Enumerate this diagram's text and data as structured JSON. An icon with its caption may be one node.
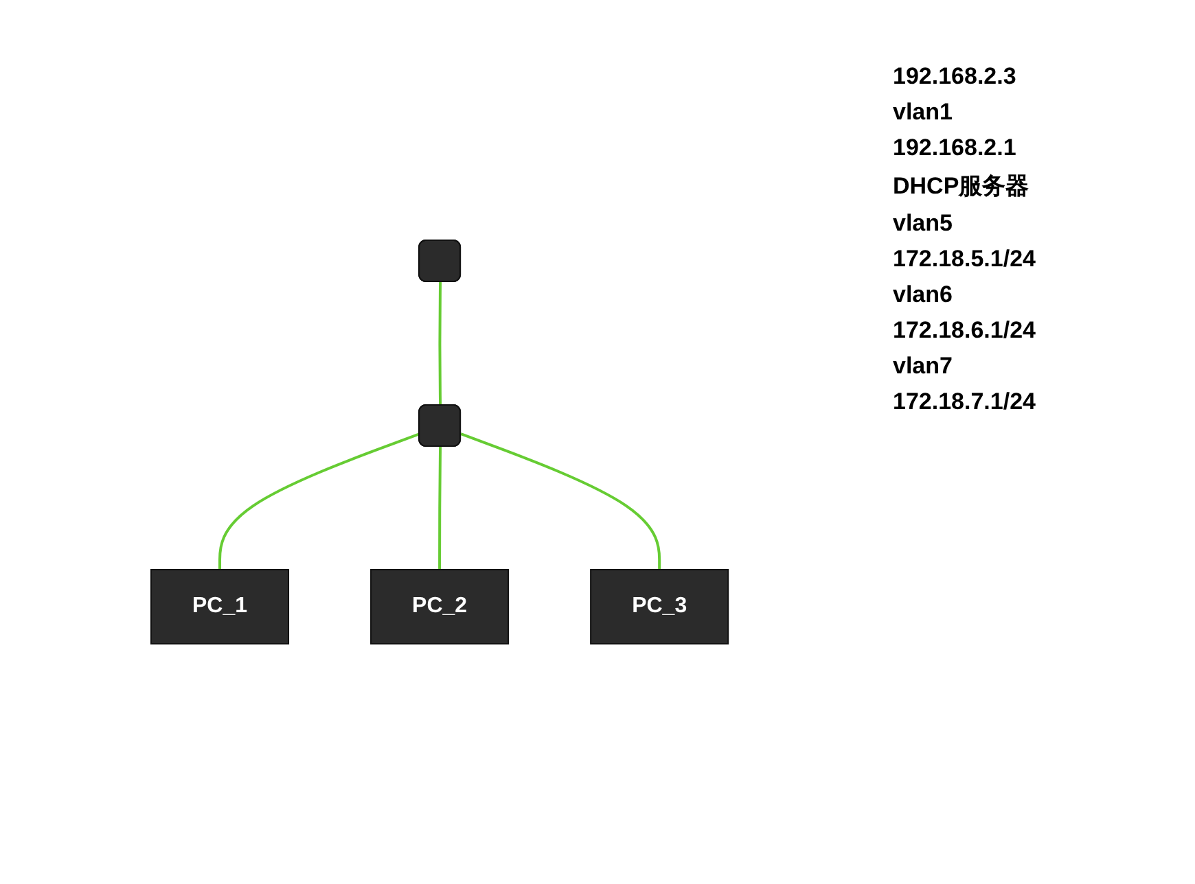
{
  "diagram": {
    "nodes": [
      {
        "text": [],
        "shape": "box"
      },
      {
        "text": [],
        "shape": "box"
      },
      {
        "text": [
          "PC_1"
        ]
      },
      {
        "text": [
          "PC_2"
        ]
      },
      {
        "text": [
          "PC_3"
        ]
      }
    ],
    "edges": [
      {
        "from": 0,
        "to": 1,
        "arrow": "none"
      },
      {
        "from": 1,
        "to": 2,
        "arrow": "none"
      },
      {
        "from": 1,
        "to": 3,
        "arrow": "none"
      },
      {
        "from": 1,
        "to": 4,
        "arrow": "none"
      }
    ],
    "labels": [
      "192.168.2.3",
      "vlan1",
      "192.168.2.1",
      "DHCP服务器",
      "vlan5",
      "172.18.5.1/24",
      "vlan6",
      "172.18.6.1/24",
      "vlan7",
      "172.18.7.1/24"
    ]
  }
}
